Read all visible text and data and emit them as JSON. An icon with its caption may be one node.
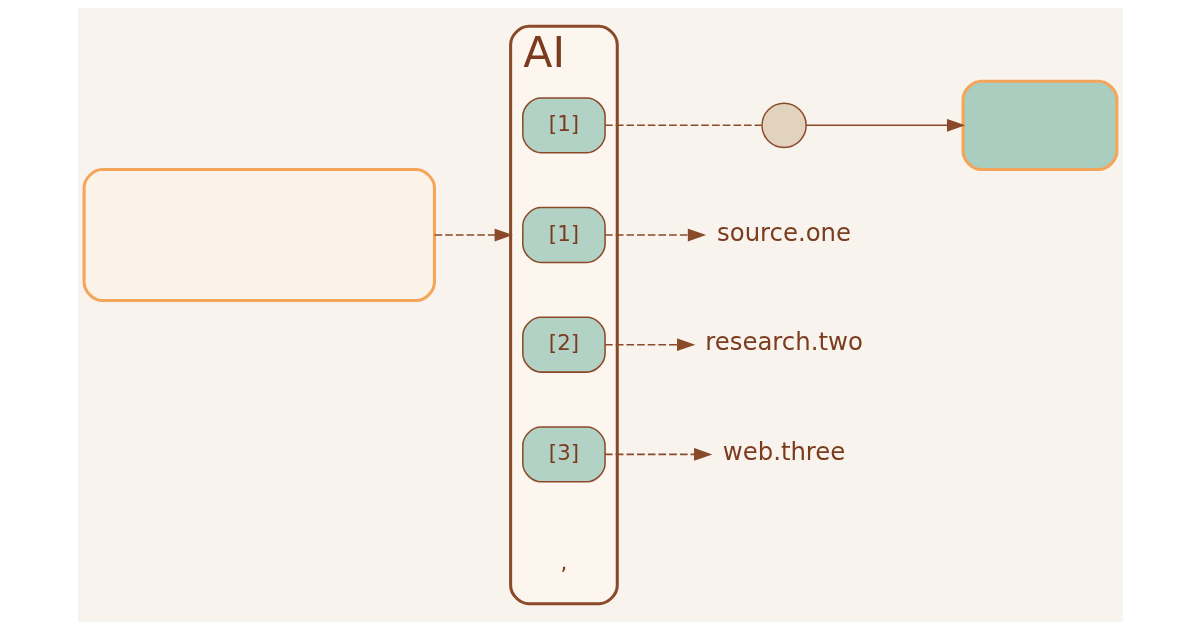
{
  "diagram": {
    "nodes": [
      {
        "text": [],
        "shape": "box"
      },
      {
        "text": [
          "AI"
        ]
      },
      {
        "text": [
          "[1]"
        ],
        "in": 1
      },
      {
        "text": [
          "[1]"
        ],
        "in": 1
      },
      {
        "text": [
          "[2]"
        ],
        "in": 1
      },
      {
        "text": [
          "[3]"
        ],
        "in": 1
      },
      {
        "text": [
          "source.one"
        ]
      },
      {
        "text": [
          "research.two"
        ]
      },
      {
        "text": [
          "web.three"
        ]
      },
      {
        "text": [],
        "shape": "circle"
      },
      {
        "text": [],
        "shape": "box"
      }
    ],
    "edges": [
      {
        "from": 0,
        "to": 3,
        "arrow": "to",
        "style": "dashed"
      },
      {
        "from": 2,
        "to": 9,
        "arrow": "none",
        "style": "dashed"
      },
      {
        "from": 9,
        "to": 10,
        "arrow": "to"
      },
      {
        "from": 3,
        "to": 6,
        "arrow": "to",
        "style": "dashed"
      },
      {
        "from": 4,
        "to": 7,
        "arrow": "to",
        "style": "dashed"
      },
      {
        "from": 5,
        "to": 8,
        "arrow": "to",
        "style": "dashed"
      }
    ],
    "labels": [
      ","
    ]
  }
}
